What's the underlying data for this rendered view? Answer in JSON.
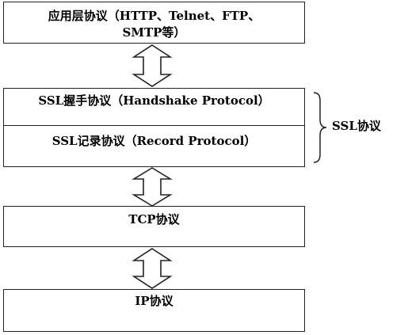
{
  "layers": {
    "application": {
      "line1": "应用层协议（HTTP、Telnet、FTP、",
      "line2": "SMTP等）"
    },
    "ssl_handshake": "SSL握手协议（Handshake Protocol）",
    "ssl_record": "SSL记录协议（Record Protocol）",
    "tcp": "TCP协议",
    "ip": "IP协议"
  },
  "ssl_group_label": "SSL协议"
}
